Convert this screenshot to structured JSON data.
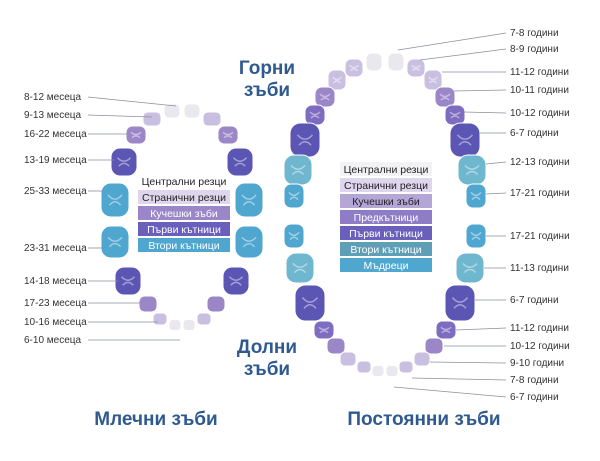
{
  "titles": {
    "upper": [
      "Горни",
      "зъби"
    ],
    "lower": [
      "Долни",
      "зъби"
    ],
    "primary": "Млечни зъби",
    "permanent": "Постоянни зъби"
  },
  "colors": {
    "central": "#e8e8ee",
    "lateral": "#c9bfe0",
    "canine": "#9b86c8",
    "premolar": "#7d6cc0",
    "first_molar": "#5b55b4",
    "second_molar": "#4fa6cf",
    "wisdom": "#6fb7cf",
    "line": "#8a8fa0",
    "title": "#2f5a8f"
  },
  "primary": {
    "upper_labels": [
      "8-12 месеца",
      "9-13 месеца",
      "16-22 месеца",
      "13-19 месеца",
      "25-33 месеца"
    ],
    "lower_labels": [
      "23-31 месеца",
      "14-18 месеца",
      "17-23 месеца",
      "10-16 месеца",
      "6-10 месеца"
    ],
    "legend": [
      "Централни резци",
      "Странични резци",
      "Кучешки зъби",
      "Първи кътници",
      "Втори кътници"
    ]
  },
  "permanent": {
    "upper_labels": [
      "7-8 години",
      "8-9 години",
      "11-12 години",
      "10-11 години",
      "10-12 години",
      "6-7 години",
      "12-13 години",
      "17-21 години"
    ],
    "lower_labels": [
      "17-21 години",
      "11-13 години",
      "6-7 години",
      "11-12 години",
      "10-12 години",
      "9-10 години",
      "7-8 години",
      "6-7 години"
    ],
    "legend": [
      "Централни резци",
      "Странични резци",
      "Кучешки зъби",
      "Предкътници",
      "Първи кътници",
      "Втори кътници",
      "Мъдреци"
    ]
  }
}
